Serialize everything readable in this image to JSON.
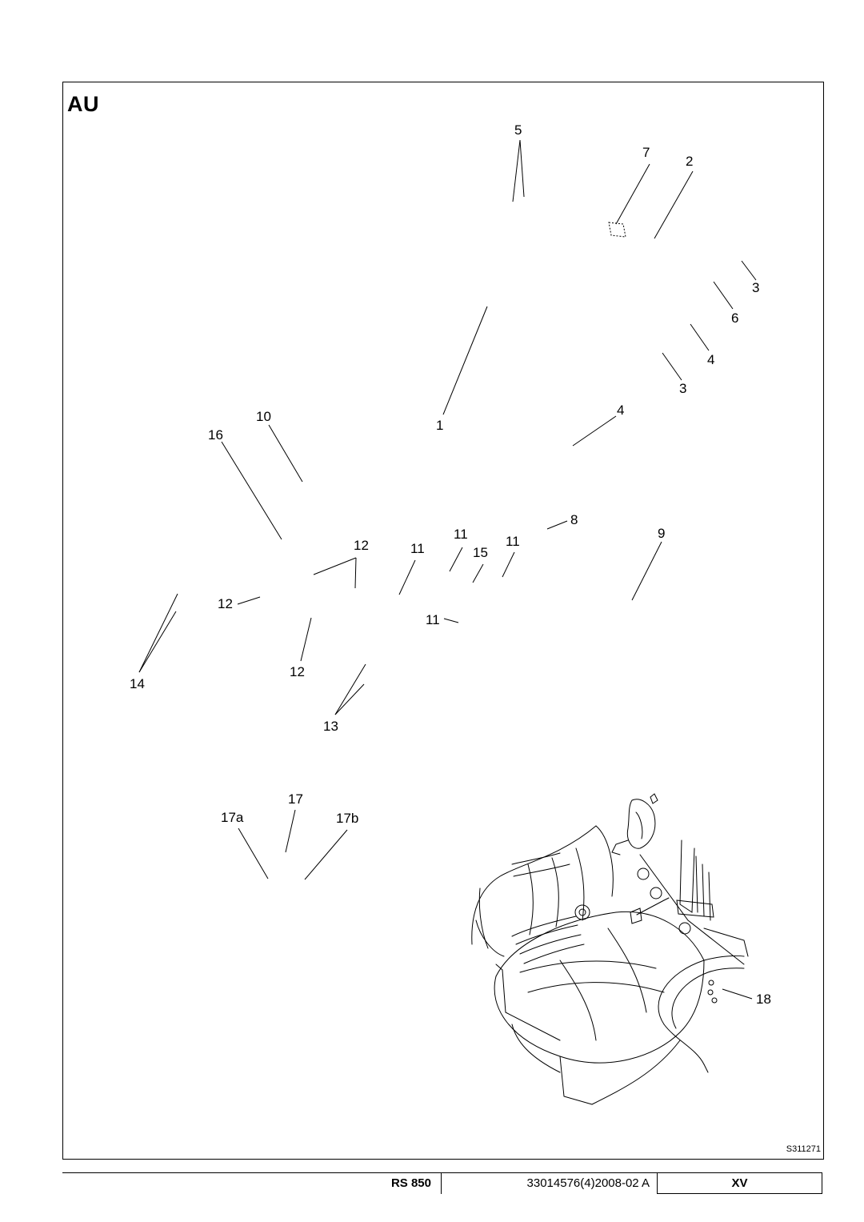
{
  "section": {
    "title": "AU"
  },
  "labels": {
    "l1": "1",
    "l2": "2",
    "l3a": "3",
    "l3b": "3",
    "l4a": "4",
    "l4b": "4",
    "l5": "5",
    "l6": "6",
    "l7": "7",
    "l8": "8",
    "l9": "9",
    "l10": "10",
    "l11a": "11",
    "l11b": "11",
    "l11c": "11",
    "l11d": "11",
    "l12a": "12",
    "l12b": "12",
    "l12c": "12",
    "l13": "13",
    "l14": "14",
    "l15": "15",
    "l16": "16",
    "l17": "17",
    "l17a": "17a",
    "l17b": "17b",
    "l18": "18"
  },
  "figure": {
    "ref_code": "S311271"
  },
  "footer": {
    "model": "RS 850",
    "doc_number": "33014576(4)2008-02 A",
    "page": "XV"
  }
}
